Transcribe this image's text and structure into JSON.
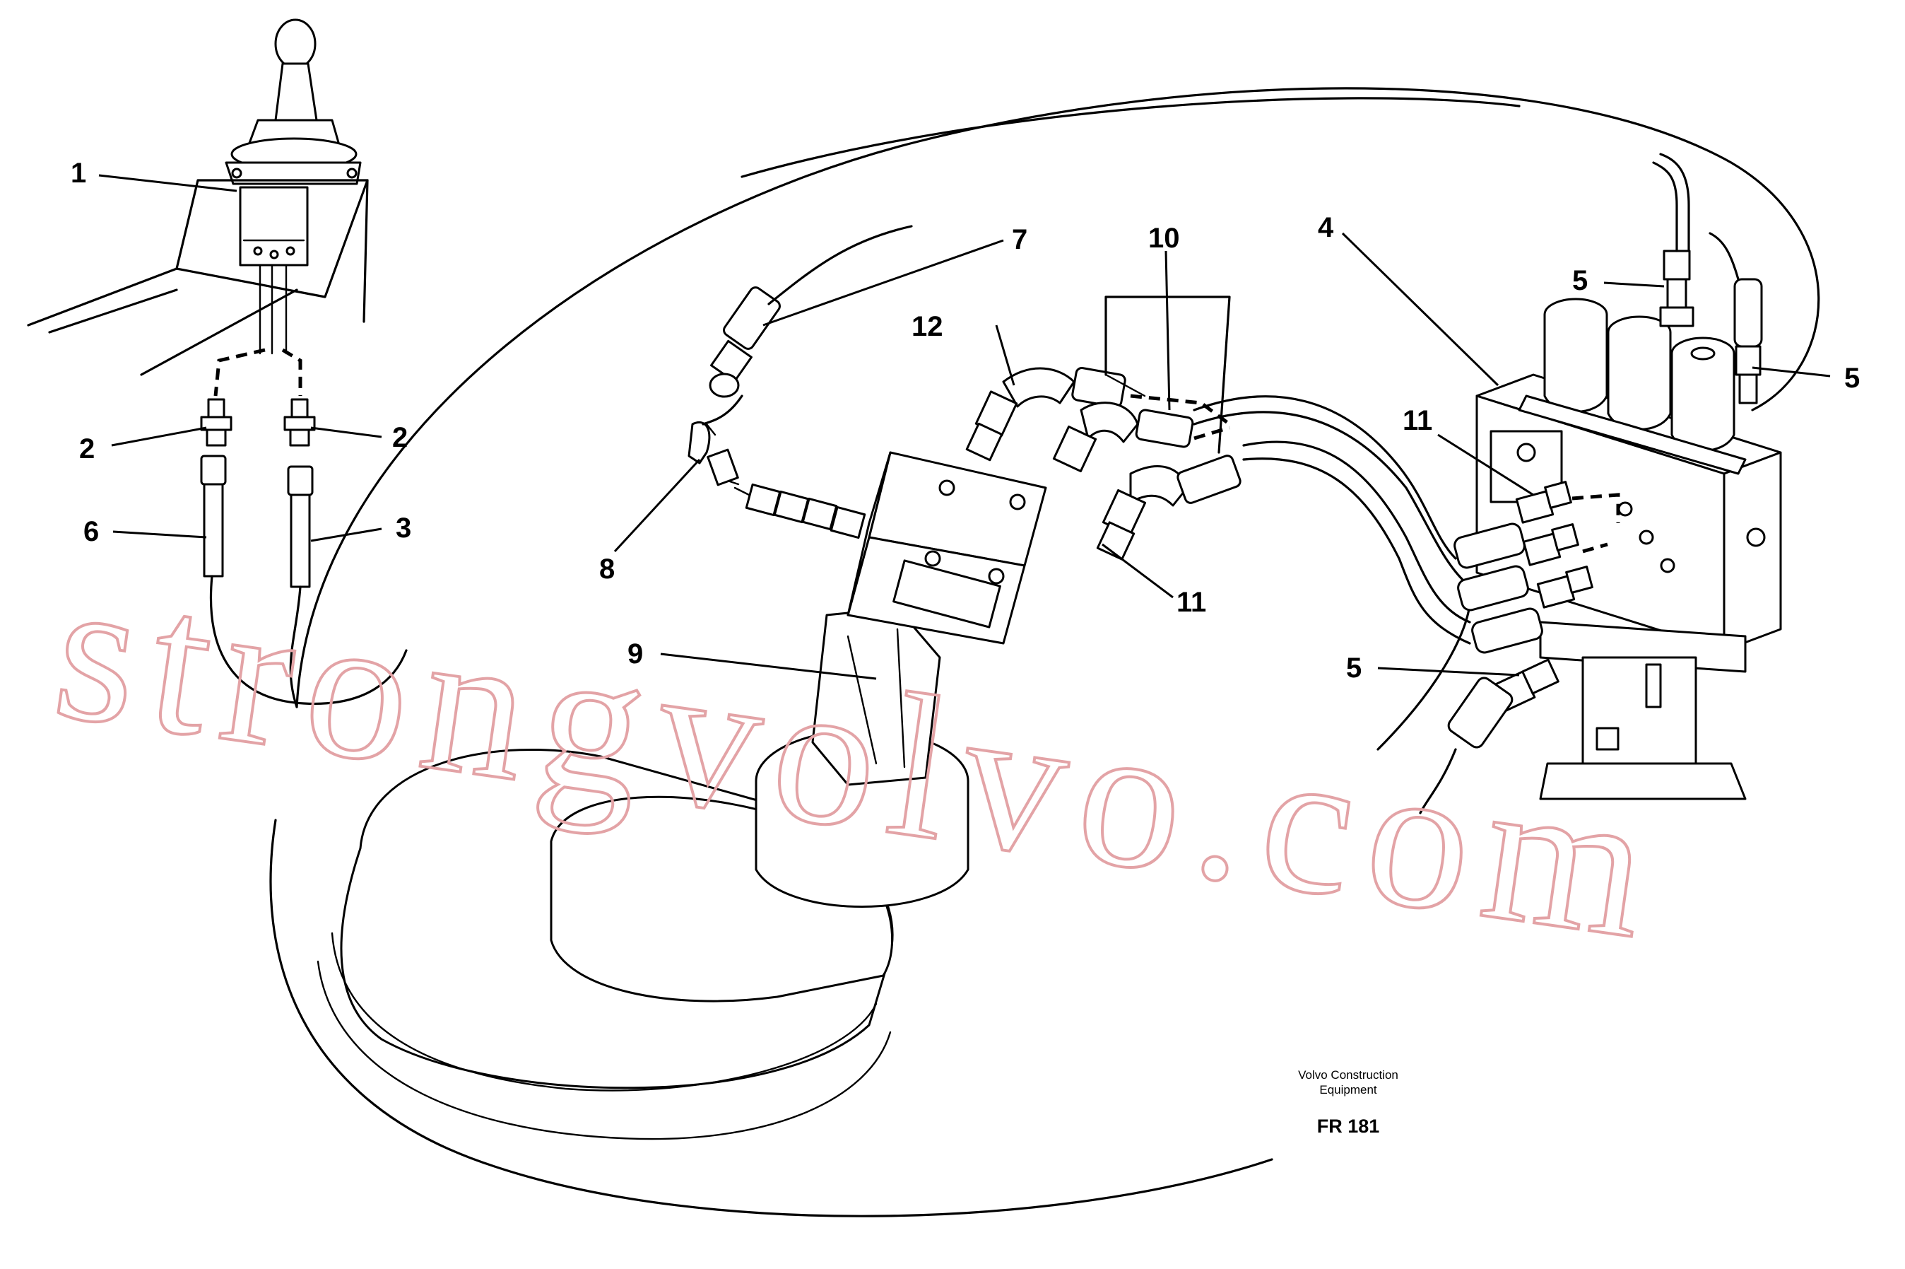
{
  "callouts": {
    "c1": "1",
    "c2a": "2",
    "c2b": "2",
    "c3": "3",
    "c4": "4",
    "c5a": "5",
    "c5b": "5",
    "c5c": "5",
    "c6": "6",
    "c7": "7",
    "c8": "8",
    "c9": "9",
    "c10": "10",
    "c11a": "11",
    "c11b": "11",
    "c12": "12"
  },
  "caption": {
    "company_line1": "Volvo Construction",
    "company_line2": "Equipment",
    "drawing_code": "FR 181"
  },
  "watermark": {
    "text": "strongvolvo.com",
    "color": "#e3a3a6"
  }
}
